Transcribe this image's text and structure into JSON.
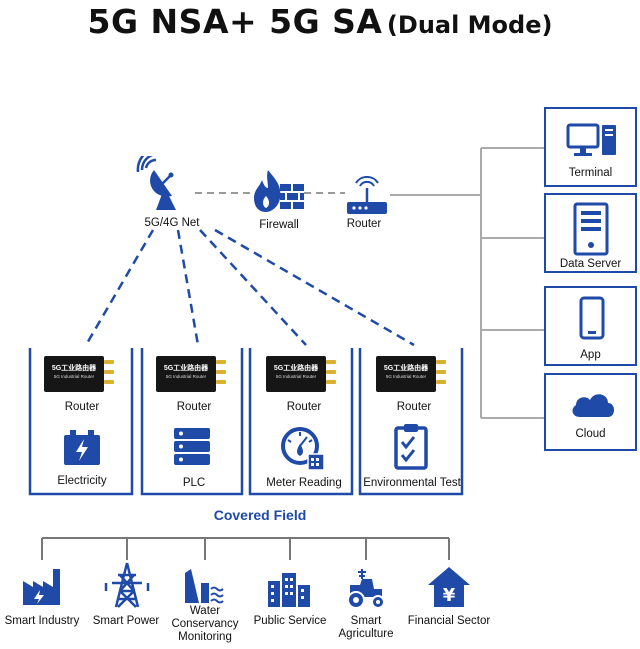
{
  "title": {
    "main": "5G NSA+ 5G SA",
    "sub": "(Dual Mode)"
  },
  "network": {
    "net_label": "5G/4G Net",
    "firewall_label": "Firewall",
    "router_label": "Router"
  },
  "servers": [
    {
      "label": "Terminal",
      "icon": "monitor-icon"
    },
    {
      "label": "Data Server",
      "icon": "server-icon"
    },
    {
      "label": "App",
      "icon": "phone-icon"
    },
    {
      "label": "Cloud",
      "icon": "cloud-icon"
    }
  ],
  "device": {
    "title": "5G工业路由器",
    "subtitle": "5G Industrial Router"
  },
  "nodes": [
    {
      "router": "Router",
      "label": "Electricity",
      "icon": "battery-icon"
    },
    {
      "router": "Router",
      "label": "PLC",
      "icon": "server-rack-icon"
    },
    {
      "router": "Router",
      "label": "Meter Reading",
      "icon": "meter-icon"
    },
    {
      "router": "Router",
      "label": "Environmental Test",
      "icon": "clipboard-icon"
    }
  ],
  "covered_field": "Covered Field",
  "fields": [
    {
      "label": "Smart Industry",
      "icon": "factory-icon"
    },
    {
      "label": "Smart Power",
      "icon": "power-tower-icon"
    },
    {
      "label_lines": [
        "Water",
        "Conservancy",
        "Monitoring"
      ],
      "icon": "dam-icon"
    },
    {
      "label": "Public Service",
      "icon": "buildings-icon"
    },
    {
      "label_lines": [
        "Smart",
        "Agriculture"
      ],
      "icon": "tractor-icon"
    },
    {
      "label": "Financial Sector",
      "icon": "bank-icon"
    }
  ],
  "colors": {
    "blue": "#1f4aa8",
    "grey_line": "#aaaaaa",
    "dashed_grey": "#9a9a9a",
    "device_black": "#161616",
    "antenna_gold": "#d9b232"
  }
}
